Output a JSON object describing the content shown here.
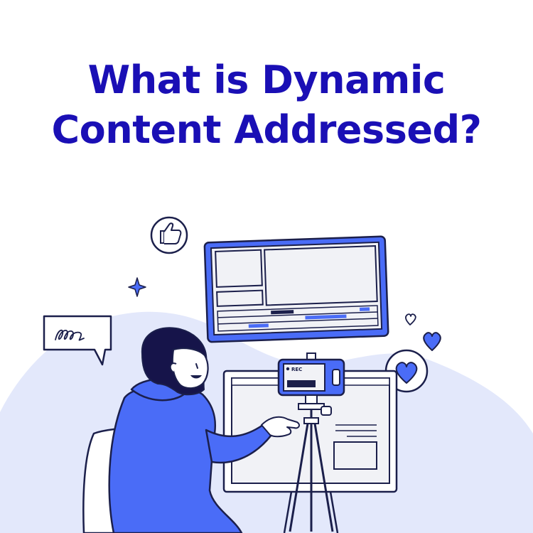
{
  "title": {
    "line1": "What is Dynamic",
    "line2": "Content Addressed?"
  },
  "illustration": {
    "camera_label": "REC",
    "icons": [
      "thumbs-up-icon",
      "sparkle-icon",
      "speech-bubble-icon",
      "heart-icon",
      "small-heart-icon",
      "heart-badge-icon"
    ]
  },
  "colors": {
    "title": "#1a0fb5",
    "accent": "#4a6cf7",
    "outline": "#1b1f4b",
    "blob": "#e3e8fb",
    "screen": "#f1f2f6"
  }
}
